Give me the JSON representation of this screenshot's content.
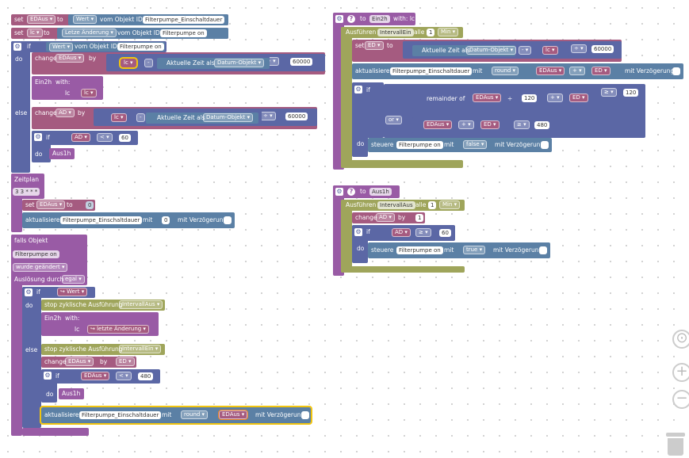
{
  "s1": {
    "set": "set",
    "var": "EDAus ▾",
    "to": "to",
    "wert": "Wert ▾",
    "von": "vom Objekt ID",
    "obj": "Filterpumpe_Einschaltdauer"
  },
  "s2": {
    "set": "set",
    "var": "lc ▾",
    "to": "to",
    "wert": "Letze Änderung ▾",
    "von": "vom Objekt ID",
    "obj": "Filterpumpe on"
  },
  "if1": {
    "if": "if",
    "wert": "Wert ▾",
    "von": "vom Objekt ID",
    "obj": "Filterpumpe on",
    "do": "do",
    "else": "else"
  },
  "ch1": {
    "change": "change",
    "var": "EDAus ▾",
    "by": "by",
    "lc": "lc ▾",
    "minus": "-",
    "zeit": "Aktuelle Zeit als",
    "fmt": "Datum-Objekt ▾",
    "div": "÷ ▾",
    "num": "60000"
  },
  "ein1": {
    "name": "Ein2h",
    "with": "with:",
    "lc": "lc",
    "val": "lc ▾"
  },
  "ch2": {
    "change": "change",
    "var": "AD ▾",
    "by": "by",
    "lc": "lc ▾",
    "minus": "-",
    "zeit": "Aktuelle Zeit als",
    "fmt": "Datum-Objekt ▾",
    "div": "÷ ▾",
    "num": "60000"
  },
  "if2": {
    "if": "if",
    "var": "AD ▾",
    "op": "< ▾",
    "num": "60",
    "do": "do",
    "call": "Aus1h"
  },
  "zeitplan": {
    "title": "Zeitplan",
    "cron": "3 3 * * *",
    "set": "set",
    "var": "EDAus ▾",
    "to": "to",
    "zero": "0",
    "upd": "aktualisiere",
    "obj": "Filterpumpe_Einschaltdauer",
    "mit": "mit",
    "num": "0",
    "delay": "mit Verzögerung"
  },
  "falls": {
    "title": "falls Objekt",
    "obj": "Filterpumpe on",
    "cond": "wurde geändert ▾",
    "trig": "Auslösung durch",
    "trigval": "egal ▾"
  },
  "if3": {
    "if": "if",
    "wert": "↪ Wert ▾",
    "do": "do",
    "stop": "stop zyklische Ausführung",
    "stopv": "IntervallAus ▾",
    "call": "Ein2h",
    "with": "with:",
    "lc": "lc",
    "lcval": "↪ letzte Änderung ▾",
    "else": "else",
    "stop2": "stop zyklische Ausführung",
    "stopv2": "IntervallEin ▾",
    "change": "change",
    "cvar": "EDAus ▾",
    "by": "by",
    "bvar": "ED ▾",
    "ivar": "EDAus ▾",
    "op": "< ▾",
    "num": "480",
    "do2": "do",
    "call2": "Aus1h",
    "upd": "aktualisiere",
    "obj": "Filterpumpe_Einschaltdauer",
    "mit": "mit",
    "round": "round ▾",
    "rvar": "EDAus ▾",
    "delay": "mit Verzögerung"
  },
  "fn1": {
    "to": "to",
    "name": "Ein2h",
    "with": "with: lc",
    "run": "Ausführen",
    "iv": "IntervallEin",
    "alle": "alle",
    "n": "1",
    "unit": "Min ▾",
    "set": "set",
    "var": "ED ▾",
    "to2": "to",
    "zeit": "Aktuelle Zeit als",
    "fmt": "Datum-Objekt ▾",
    "minus": "- ▾",
    "lc": "lc ▾",
    "div": "÷ ▾",
    "num": "60000",
    "upd": "aktualisiere",
    "obj": "Filterpumpe_Einschaltdauer",
    "mit": "mit",
    "round": "round ▾",
    "a": "EDAus ▾",
    "plus": "+ ▾",
    "b": "ED ▾",
    "delay": "mit Verzögerung",
    "if": "if",
    "rem": "remainder of",
    "ra": "EDAus ▾",
    "rdiv": "÷",
    "r120": "120",
    "rplus": "+ ▾",
    "rb": "ED ▾",
    "ge": "≥ ▾",
    "g120": "120",
    "or": "or ▾",
    "oa": "EDAus ▾",
    "oplus": "+ ▾",
    "ob": "ED ▾",
    "oge": "≥ ▾",
    "o480": "480",
    "do": "do",
    "steuere": "steuere",
    "sobj": "Filterpumpe on",
    "smit": "mit",
    "sval": "false ▾",
    "sdelay": "mit Verzögerung"
  },
  "fn2": {
    "to": "to",
    "name": "Aus1h",
    "run": "Ausführen",
    "iv": "IntervallAus",
    "alle": "alle",
    "n": "1",
    "unit": "Min ▾",
    "change": "change",
    "var": "AD ▾",
    "by": "by",
    "num": "1",
    "if": "if",
    "ivar": "AD ▾",
    "op": "≥ ▾",
    "inum": "60",
    "do": "do",
    "steuere": "steuere",
    "sobj": "Filterpumpe on",
    "smit": "mit",
    "sval": "true ▾",
    "sdelay": "mit Verzögerung"
  },
  "ws": {
    "recenter": "⊙",
    "zoomin": "+",
    "zoomout": "−"
  }
}
